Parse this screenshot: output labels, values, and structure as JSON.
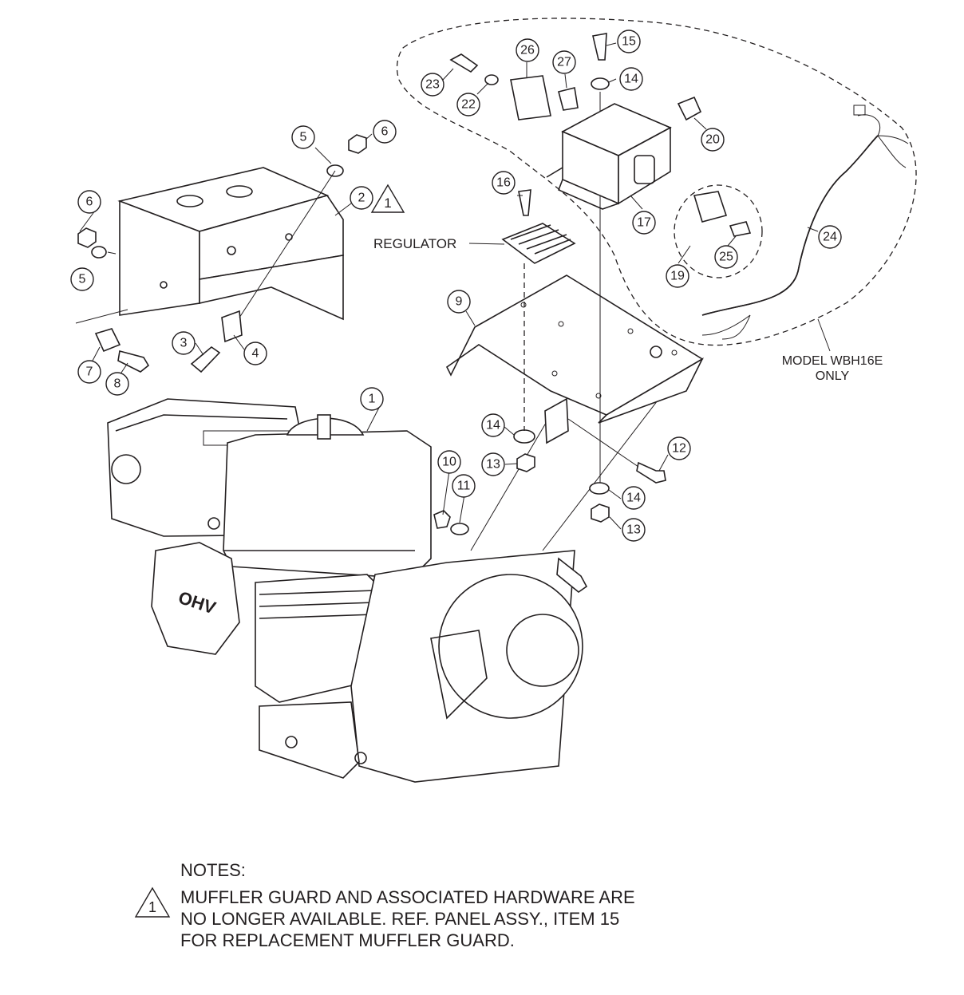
{
  "labels": {
    "regulator": "REGULATOR",
    "model_line1": "MODEL WBH16E",
    "model_line2": "ONLY",
    "engine_brand": "OHV",
    "warning_symbol": "1"
  },
  "callouts": [
    "1",
    "2",
    "3",
    "4",
    "5",
    "5",
    "6",
    "6",
    "7",
    "8",
    "9",
    "10",
    "11",
    "12",
    "13",
    "13",
    "14",
    "14",
    "14",
    "15",
    "16",
    "17",
    "19",
    "20",
    "22",
    "23",
    "24",
    "25",
    "26",
    "27"
  ],
  "notes": {
    "heading": "NOTES:",
    "symbol": "1",
    "lines": [
      "MUFFLER GUARD AND ASSOCIATED HARDWARE ARE",
      "NO LONGER AVAILABLE. REF. PANEL ASSY., ITEM 15",
      "FOR REPLACEMENT MUFFLER GUARD."
    ]
  }
}
